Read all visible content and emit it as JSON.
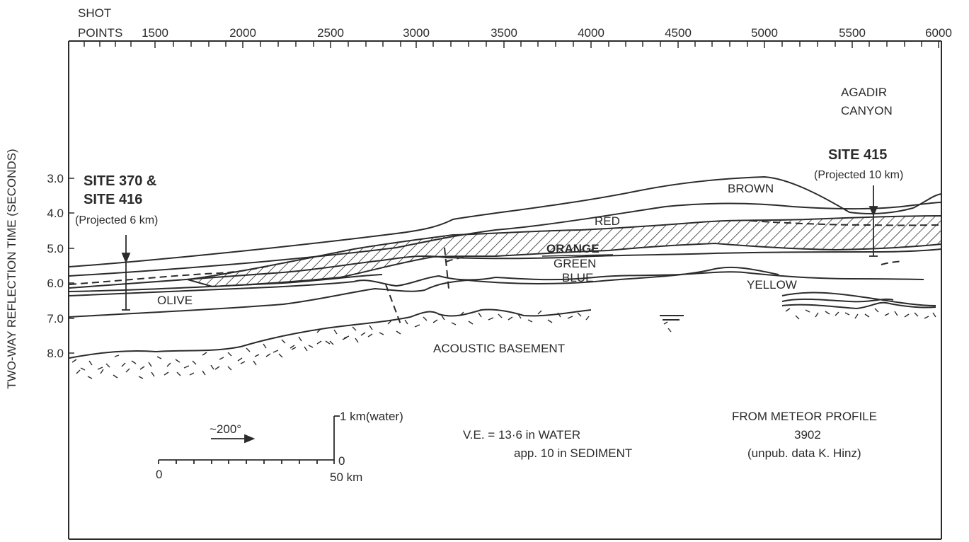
{
  "axes": {
    "shot_points_label_1": "SHOT",
    "shot_points_label_2": "POINTS",
    "top_ticks": [
      "1500",
      "2000",
      "2500",
      "3000",
      "3500",
      "4000",
      "4500",
      "5000",
      "5500",
      "6000"
    ],
    "y_label": "TWO-WAY REFLECTION TIME (SECONDS)",
    "y_ticks": [
      "3.0",
      "4.0",
      "5.0",
      "6.0",
      "7.0",
      "8.0"
    ]
  },
  "sites": {
    "site_370_416_line1": "SITE 370 &",
    "site_370_416_line2": "SITE 416",
    "site_370_416_proj": "(Projected 6 km)",
    "site_415": "SITE 415",
    "site_415_proj": "(Projected 10 km)"
  },
  "locations": {
    "agadir_1": "AGADIR",
    "agadir_2": "CANYON"
  },
  "horizons": {
    "brown": "BROWN",
    "red": "RED",
    "orange": "ORANGE",
    "green": "GREEN",
    "blue": "BLUE",
    "olive": "OLIVE",
    "yellow": "YELLOW",
    "basement": "ACOUSTIC BASEMENT"
  },
  "scale": {
    "direction": "~200°",
    "vertical": "1 km(water)",
    "vertical_zero": "0",
    "horizontal_zero": "0",
    "horizontal_end": "50 km"
  },
  "notes": {
    "ve_1": "V.E. = 13·6 in WATER",
    "ve_2": "app. 10 in SEDIMENT",
    "source_1": "FROM METEOR PROFILE",
    "source_2": "3902",
    "source_3": "(unpub. data K. Hinz)"
  },
  "colors": {
    "ink": "#2b2b2b",
    "background": "#ffffff"
  }
}
